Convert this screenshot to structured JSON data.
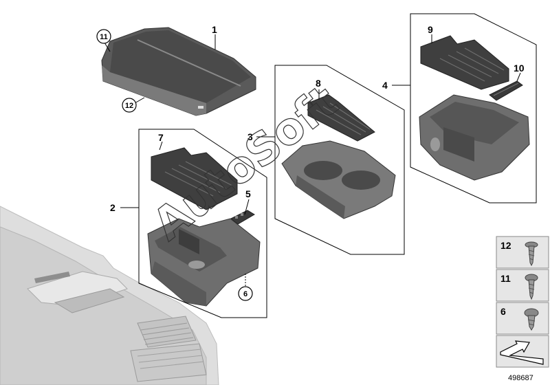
{
  "callouts": {
    "p1": "1",
    "p2": "2",
    "p3": "3",
    "p4": "4",
    "p5": "5",
    "p6": "6",
    "p7": "7",
    "p8": "8",
    "p9": "9",
    "p10": "10",
    "p11": "11",
    "p12": "12"
  },
  "legend": {
    "items": [
      {
        "number": "12",
        "icon": "flat-head-screw-icon"
      },
      {
        "number": "11",
        "icon": "torx-screw-icon"
      },
      {
        "number": "6",
        "icon": "rivet-screw-icon"
      }
    ],
    "arrow_icon": "orientation-arrow-icon"
  },
  "watermark": "AutoSoft",
  "document_number": "498687",
  "colors": {
    "part_dark": "#4a4a4a",
    "part_mid": "#6e6e6e",
    "part_light": "#9a9a9a",
    "console_ghost": "#d4d4d4",
    "legend_bg": "#e6e6e6"
  }
}
